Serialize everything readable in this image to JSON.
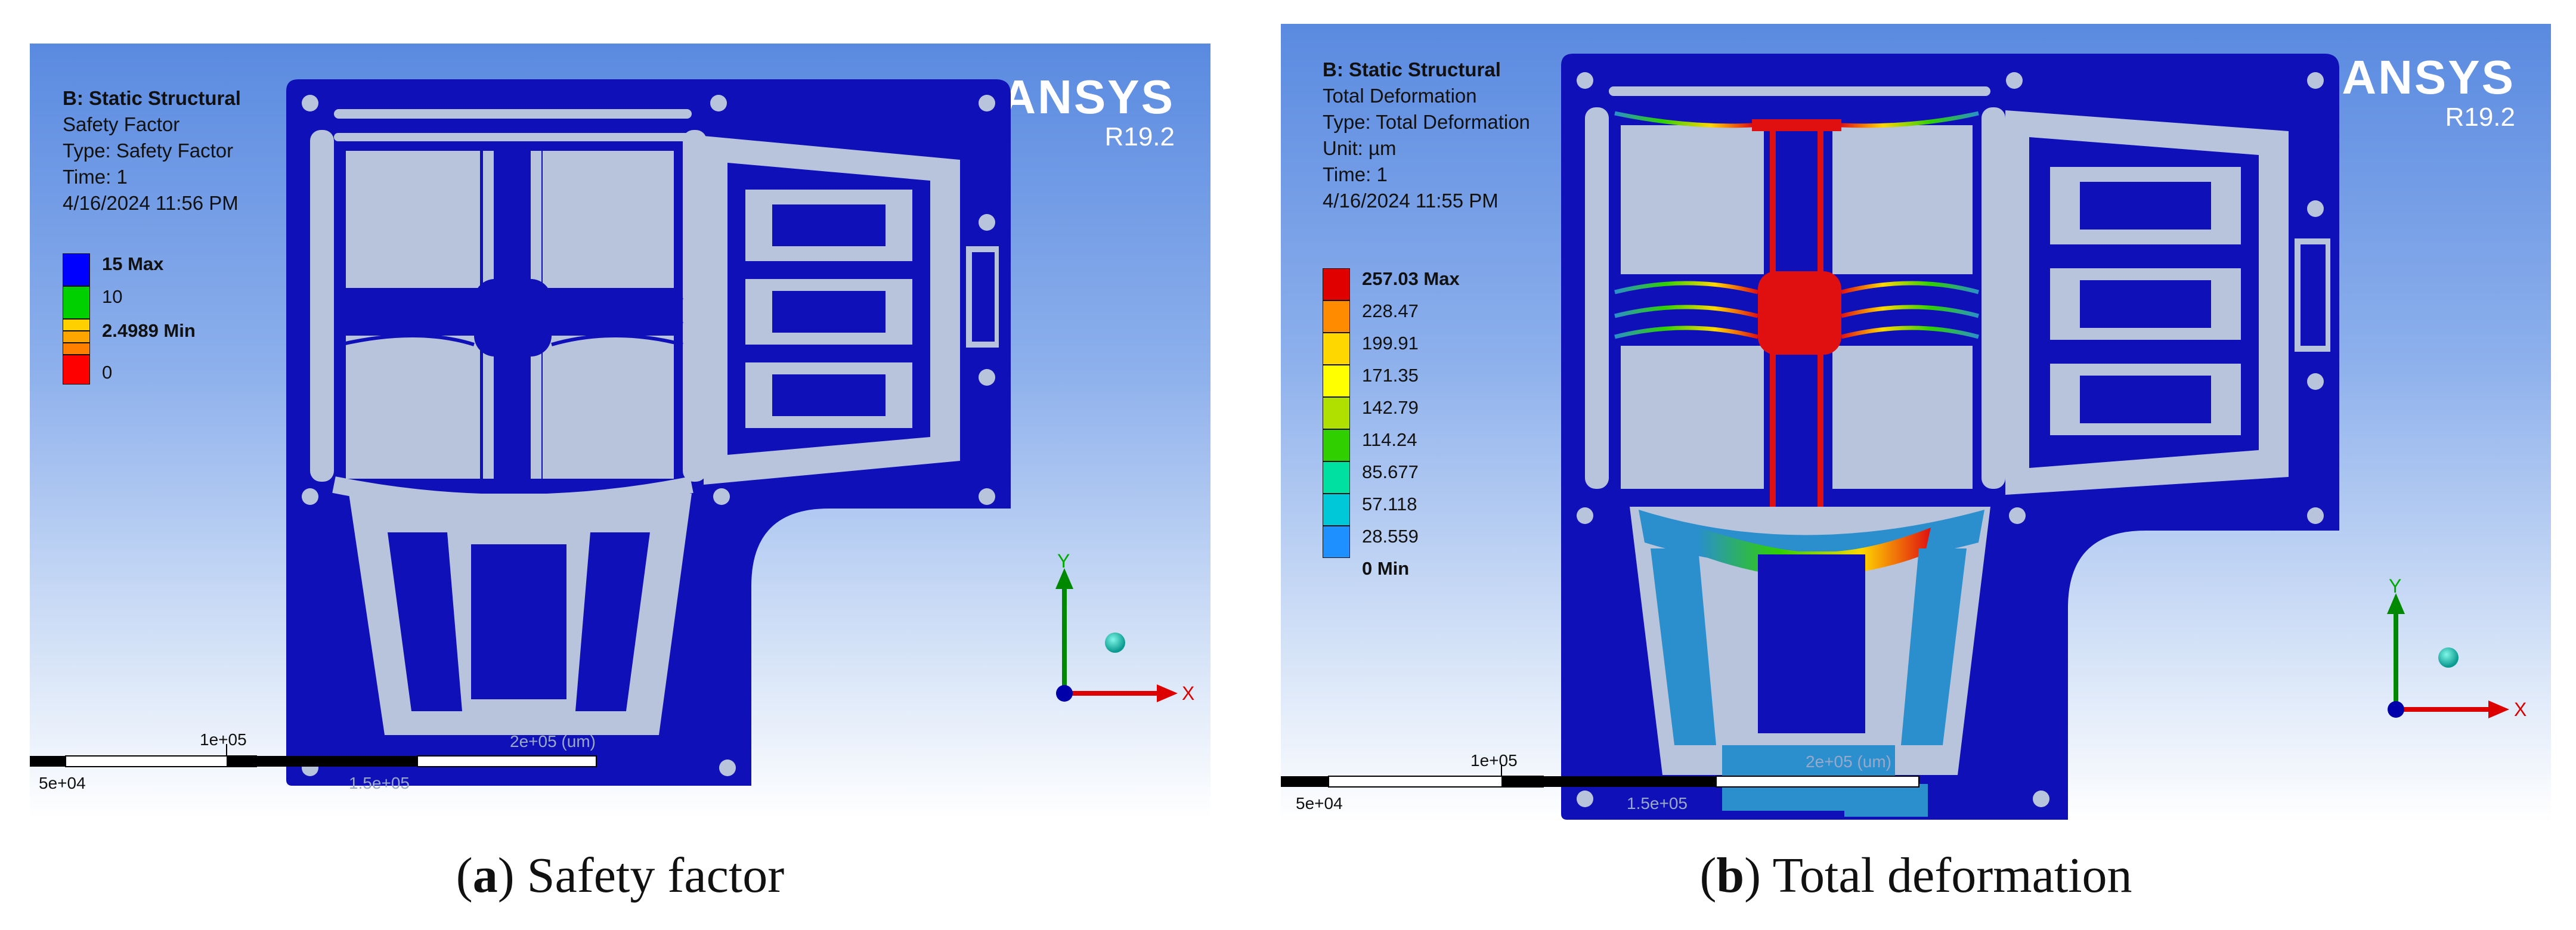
{
  "panel_a": {
    "header": {
      "title": "B: Static Structural",
      "line1": "Safety Factor",
      "line2": "Type: Safety Factor",
      "line3": "Time: 1",
      "timestamp": "4/16/2024 11:56 PM"
    },
    "brand": {
      "name": "ANSYS",
      "version": "R19.2"
    },
    "legend": [
      {
        "label": "15 Max",
        "color": "#0000ff",
        "bold": true
      },
      {
        "label": "10",
        "color": "#00d000",
        "bold": false
      },
      {
        "label": "2.4989 Min",
        "color": "#ffa500",
        "bold": true
      },
      {
        "label": "0",
        "color": "#ff0000",
        "bold": false
      }
    ],
    "legend_extra_colors": [
      "#ffd000",
      "#ff8000"
    ],
    "scale": {
      "top_label": "1e+05",
      "bottom_label": "5e+04",
      "mid_label": "1.5e+05",
      "right_label": "2e+05 (um)"
    },
    "axes": {
      "x": "X",
      "y": "Y"
    },
    "caption": {
      "letter": "a",
      "text": "Safety factor"
    }
  },
  "panel_b": {
    "header": {
      "title": "B: Static Structural",
      "line1": "Total Deformation",
      "line2": "Type: Total Deformation",
      "line3": "Unit: µm",
      "line4": "Time: 1",
      "timestamp": "4/16/2024 11:55 PM"
    },
    "brand": {
      "name": "ANSYS",
      "version": "R19.2"
    },
    "legend": [
      {
        "label": "257.03 Max",
        "color": "#e00000",
        "bold": true
      },
      {
        "label": "228.47",
        "color": "#ff8c00",
        "bold": false
      },
      {
        "label": "199.91",
        "color": "#ffd700",
        "bold": false
      },
      {
        "label": "171.35",
        "color": "#ffff00",
        "bold": false
      },
      {
        "label": "142.79",
        "color": "#b0e000",
        "bold": false
      },
      {
        "label": "114.24",
        "color": "#30d000",
        "bold": false
      },
      {
        "label": "85.677",
        "color": "#00e0a0",
        "bold": false
      },
      {
        "label": "57.118",
        "color": "#00c8d8",
        "bold": false
      },
      {
        "label": "28.559",
        "color": "#1e90ff",
        "bold": false
      },
      {
        "label": "0 Min",
        "color": "#0000dd",
        "bold": true
      }
    ],
    "scale": {
      "top_label": "1e+05",
      "bottom_label": "5e+04",
      "mid_label": "1.5e+05",
      "right_label": "2e+05 (um)"
    },
    "axes": {
      "x": "X",
      "y": "Y"
    },
    "caption": {
      "letter": "b",
      "text": "Total deformation"
    }
  },
  "colors": {
    "part": "#1010b8",
    "slot": "#b8c4dc",
    "deform_low": "#2a8fcc",
    "deform_high": "#e01010"
  }
}
